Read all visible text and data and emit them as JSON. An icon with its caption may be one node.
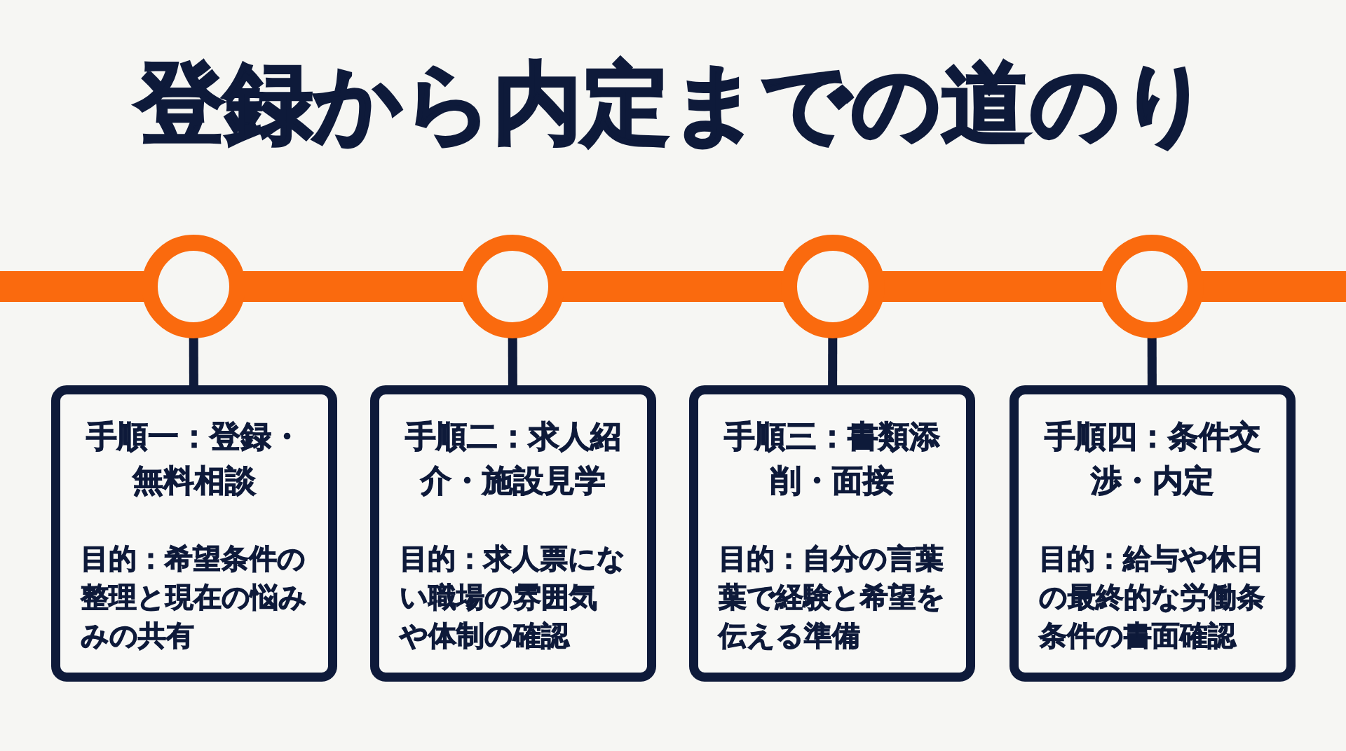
{
  "diagram": {
    "title": "登録から内定までの道のり",
    "nodes": [
      {
        "text": [],
        "shape": "circle"
      },
      {
        "text": [],
        "shape": "circle"
      },
      {
        "text": [],
        "shape": "circle"
      },
      {
        "text": [],
        "shape": "circle"
      },
      {
        "text": [
          "手順一：登録・無料相談",
          "目的：希望条件の整理と現在の悩みみの共有"
        ]
      },
      {
        "text": [
          "手順二：求人紹介・施設見学",
          "目的：求人票にない職場の雰囲気や体制の確認"
        ]
      },
      {
        "text": [
          "手順三：書類添削・面接",
          "目的：自分の言葉葉で経験と希望を伝える準備"
        ]
      },
      {
        "text": [
          "手順四：条件交渉・内定",
          "目的：給与や休日の最終的な労働条条件の書面確認"
        ]
      }
    ],
    "edges": [
      {
        "from": null,
        "to": 0,
        "arrow": "none"
      },
      {
        "from": 0,
        "to": 1,
        "arrow": "none"
      },
      {
        "from": 1,
        "to": 2,
        "arrow": "none"
      },
      {
        "from": 2,
        "to": 3,
        "arrow": "none"
      },
      {
        "from": 3,
        "to": null,
        "arrow": "none"
      },
      {
        "from": 0,
        "to": 4,
        "arrow": "none",
        "color": "#0e1a3a"
      },
      {
        "from": 1,
        "to": 5,
        "arrow": "none",
        "color": "#0e1a3a"
      },
      {
        "from": 2,
        "to": 6,
        "arrow": "none",
        "color": "#0e1a3a"
      },
      {
        "from": 3,
        "to": 7,
        "arrow": "none",
        "color": "#0e1a3a"
      }
    ]
  }
}
